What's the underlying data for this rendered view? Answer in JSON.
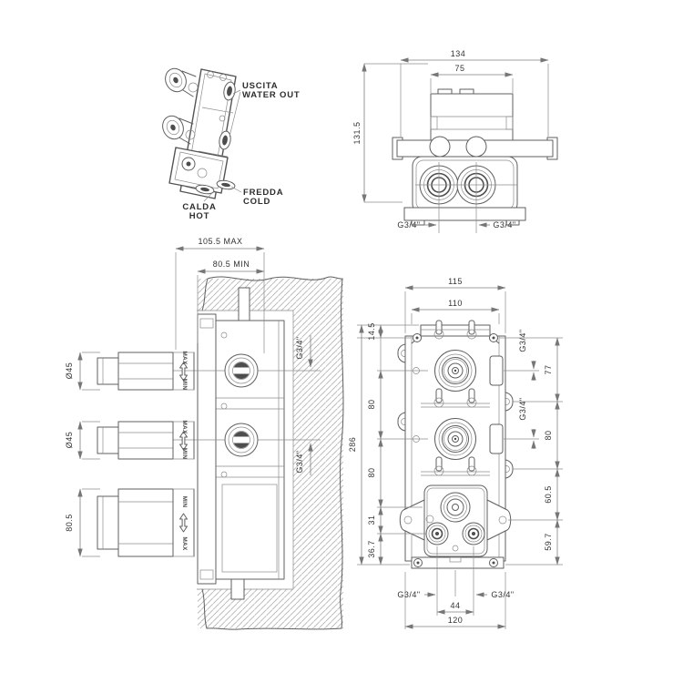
{
  "drawing": {
    "iso": {
      "uscita_1": "USCITA",
      "uscita_2": "WATER OUT",
      "calda_1": "CALDA",
      "calda_2": "HOT",
      "fredda_1": "FREDDA",
      "fredda_2": "COLD"
    },
    "top": {
      "w_total": "134",
      "w_body": "75",
      "h_total": "131.5",
      "thread_l": "G3/4\"",
      "thread_r": "G3/4\""
    },
    "section": {
      "depth_max": "105.5 MAX",
      "depth_min": "80.5 MIN",
      "dia_1": "Ø45",
      "dia_2": "Ø45",
      "w_handle": "80.5",
      "max": "MAX",
      "min": "MIN",
      "thread_1": "G3/4\"",
      "thread_2": "G3/4\""
    },
    "front": {
      "w_total": "115",
      "w_body": "110",
      "off_top": "14.5",
      "pitch_a": "80",
      "pitch_b": "80",
      "pitch_c": "31",
      "pitch_d": "36.7",
      "h_total": "286",
      "thread_side_1": "G3/4\"",
      "dim_77": "77",
      "thread_side_2": "G3/4\"",
      "dim_80": "80",
      "dim_60_5": "60.5",
      "dim_59_7": "59.7",
      "thread_bot_l": "G3/4\"",
      "thread_bot_r": "G3/4\"",
      "dim_44": "44",
      "dim_120": "120"
    }
  }
}
